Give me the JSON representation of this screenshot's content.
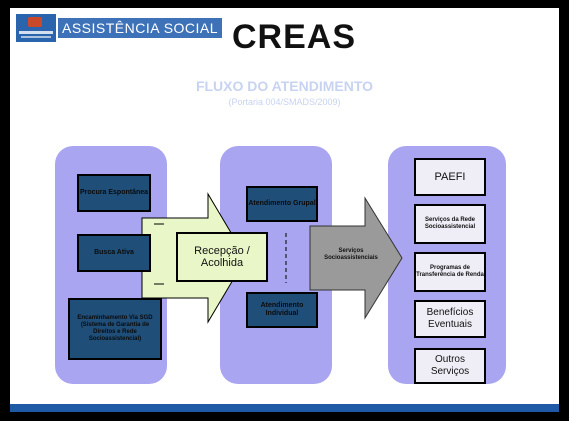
{
  "header": {
    "brand": "ASSISTÊNCIA SOCIAL",
    "title": "CREAS",
    "subtitle": "FLUXO DO ATENDIMENTO",
    "portaria": "(Portaria 004/SMADS/2009)"
  },
  "diagram": {
    "left_boxes": [
      "Procura Espontânea",
      "Busca Ativa",
      "Encaminhamento Via SGD (Sistema de Garantia de Direitos e Rede Socioassistencial)"
    ],
    "reception": "Recepção / Acolhida",
    "middle_boxes": [
      "Atendimento Grupal",
      "Atendimento Individual"
    ],
    "referral": "Serviços Socioassistenciais",
    "right_boxes": [
      "PAEFI",
      "Serviços da Rede Socioassistencial",
      "Programas de Transferência de Renda",
      "Benefícios Eventuais",
      "Outros Serviços"
    ]
  },
  "colors": {
    "column": "#a9a5f0",
    "box": "#1f4e79",
    "arrow_green": "#e9f7c8",
    "arrow_gray": "#9a9a9a",
    "footer": "#1f5aa6"
  }
}
